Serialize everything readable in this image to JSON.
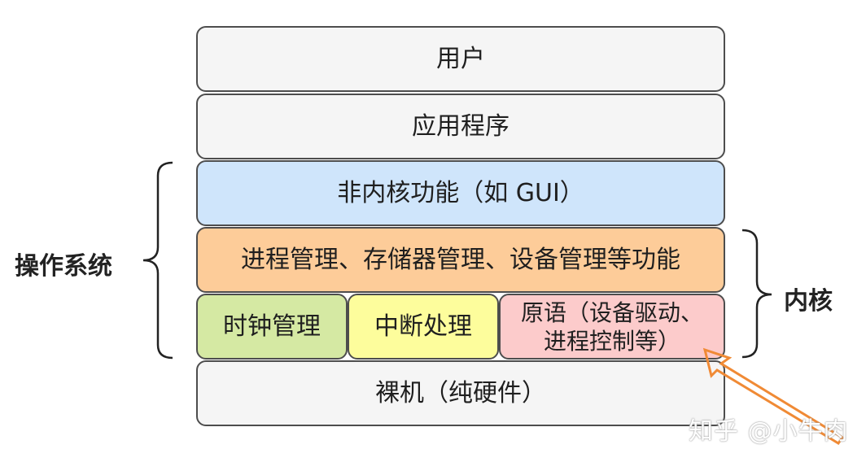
{
  "layers": {
    "user": "用户",
    "application": "应用程序",
    "non_kernel": "非内核功能（如 GUI）",
    "process_mgmt": "进程管理、存储器管理、设备管理等功能",
    "clock": "时钟管理",
    "interrupt": "中断处理",
    "primitive_line1": "原语（设备驱动、",
    "primitive_line2": "进程控制等）",
    "bare_machine": "裸机（纯硬件）"
  },
  "labels": {
    "operating_system": "操作系统",
    "kernel": "内核"
  },
  "watermark": "知乎 @小牛肉",
  "colors": {
    "gray": "#f5f5f5",
    "blue": "#cfe5fb",
    "orange": "#fdcc99",
    "green": "#d5e9a3",
    "yellow": "#fdfd9c",
    "pink": "#fccbcb",
    "arrow": "#f08a35"
  }
}
